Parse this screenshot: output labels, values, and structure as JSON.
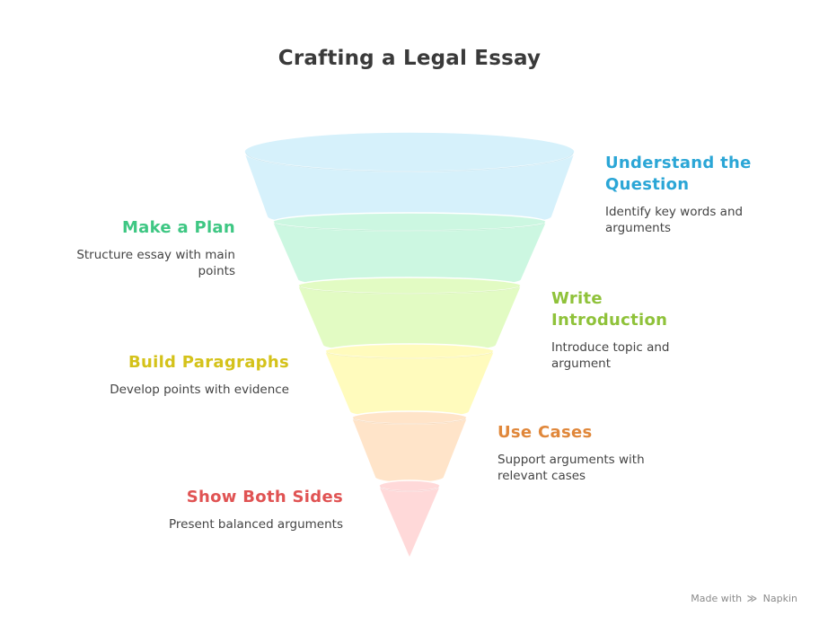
{
  "title": "Crafting a Legal Essay",
  "credit": {
    "prefix": "Made with",
    "brand": "Napkin",
    "logo_icon": "napkin-logo-icon"
  },
  "stages": [
    {
      "title": "Understand the Question",
      "desc": "Identify key words and arguments",
      "side": "right",
      "color": "#d6f1fb",
      "text_color": "#2ba6d6"
    },
    {
      "title": "Make a Plan",
      "desc": "Structure essay with main points",
      "side": "left",
      "color": "#ccf7e1",
      "text_color": "#3ec783"
    },
    {
      "title": "Write Introduction",
      "desc": "Introduce topic and argument",
      "side": "right",
      "color": "#e2fbc3",
      "text_color": "#8fc23a"
    },
    {
      "title": "Build Paragraphs",
      "desc": "Develop points with evidence",
      "side": "left",
      "color": "#fffbbd",
      "text_color": "#d4c21a"
    },
    {
      "title": "Use Cases",
      "desc": "Support arguments with relevant cases",
      "side": "right",
      "color": "#ffe4c9",
      "text_color": "#e0873a"
    },
    {
      "title": "Show Both Sides",
      "desc": "Present balanced arguments",
      "side": "left",
      "color": "#ffd9d9",
      "text_color": "#e05353"
    }
  ]
}
